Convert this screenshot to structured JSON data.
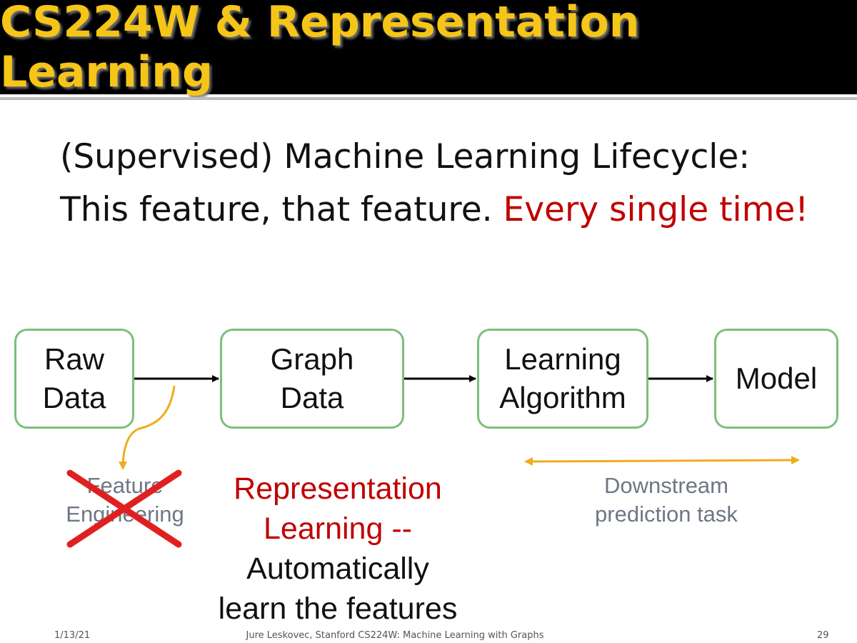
{
  "slide": {
    "title": "CS224W & Representation Learning",
    "subtitle_line1": "(Supervised) Machine Learning Lifecycle:",
    "subtitle_line2_plain": "This feature, that feature. ",
    "subtitle_line2_emphasis": "Every single time!"
  },
  "diagram": {
    "nodes": [
      {
        "id": "raw-data",
        "label": "Raw\nData"
      },
      {
        "id": "graph-data",
        "label": "Graph\nData"
      },
      {
        "id": "learning-algorithm",
        "label": "Learning\nAlgorithm"
      },
      {
        "id": "model",
        "label": "Model"
      }
    ],
    "edges": [
      {
        "from": "raw-data",
        "to": "graph-data"
      },
      {
        "from": "graph-data",
        "to": "learning-algorithm"
      },
      {
        "from": "learning-algorithm",
        "to": "model"
      }
    ],
    "feature_engineering_label": "Feature\nEngineering",
    "representation_learning_label": "Representation\nLearning --",
    "automatic_label": "Automatically\nlearn the features",
    "downstream_label": "Downstream\nprediction task"
  },
  "colors": {
    "title_bar": "#000000",
    "title_text": "#f5c518",
    "emphasis_red": "#c00000",
    "node_border": "#7cbf7c",
    "orange_arrow": "#f0ac1e",
    "cross_red": "#e02020",
    "gray_text": "#6f7785"
  },
  "footer": {
    "date": "1/13/21",
    "credit": "Jure Leskovec, Stanford CS224W: Machine Learning with Graphs",
    "page_number": "29"
  }
}
